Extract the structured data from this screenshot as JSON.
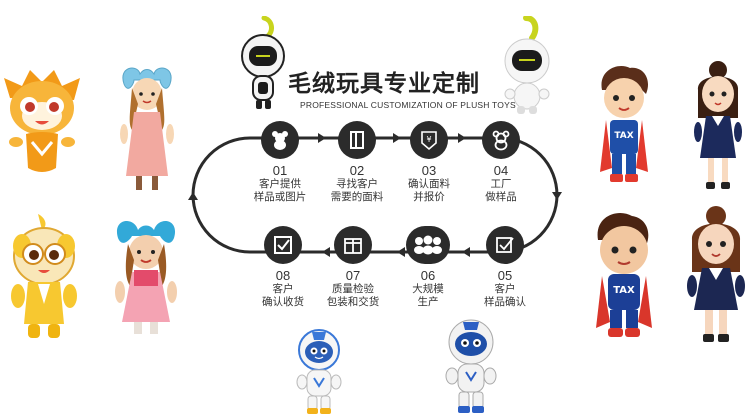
{
  "title": "毛绒玩具专业定制",
  "subtitle": "PROFESSIONAL CUSTOMIZATION OF PLUSH TOYS",
  "steps": [
    {
      "num": "01",
      "line1": "客户提供",
      "line2": "样品或图片",
      "icon": "bear-icon"
    },
    {
      "num": "02",
      "line1": "寻找客户",
      "line2": "需要的面料",
      "icon": "fabric-icon"
    },
    {
      "num": "03",
      "line1": "确认面料",
      "line2": "并报价",
      "icon": "price-tag-icon"
    },
    {
      "num": "04",
      "line1": "工厂",
      "line2": "做样品",
      "icon": "sample-bear-icon"
    },
    {
      "num": "05",
      "line1": "客户",
      "line2": "样品确认",
      "icon": "checkbox-icon"
    },
    {
      "num": "06",
      "line1": "大规模",
      "line2": "生产",
      "icon": "production-icon"
    },
    {
      "num": "07",
      "line1": "质量检验",
      "line2": "包装和交货",
      "icon": "package-icon"
    },
    {
      "num": "08",
      "line1": "客户",
      "line2": "确认收货",
      "icon": "check-icon"
    }
  ],
  "shirt_text": "TAX"
}
